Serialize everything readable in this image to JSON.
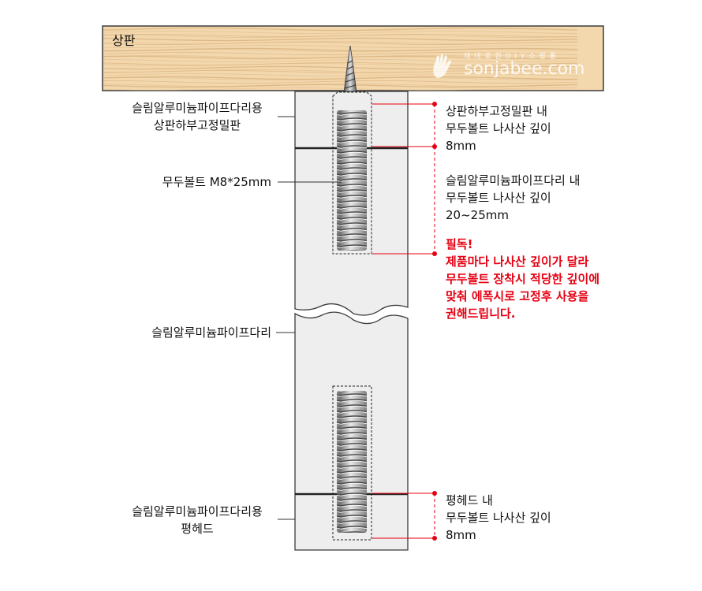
{
  "top_board": {
    "label": "상판"
  },
  "watermark": {
    "tagline": "제 대 로 된  D I Y 소 핑 몰",
    "site": "sonjabee.com"
  },
  "left_labels": {
    "top_bracket": [
      "슬림알루미늄파이프다리용",
      "상판하부고정밀판"
    ],
    "set_bolt": "무두볼트 M8*25mm",
    "pipe_leg": "슬림알루미늄파이프다리",
    "end_cap": [
      "슬림알루미늄파이프다리용",
      "평헤드"
    ]
  },
  "right_notes": {
    "bracket_depth": [
      "상판하부고정밀판 내",
      "무두볼트 나사산 깊이",
      "8mm"
    ],
    "leg_depth": [
      "슬림알루미늄파이프다리 내",
      "무두볼트 나사산 깊이",
      "20~25mm"
    ],
    "warning": [
      "필독!",
      "제품마다 나사산 깊이가 달라",
      "무두볼트 장착시 적당한 깊이에",
      "맞춰 에폭시로 고정후 사용을",
      "권해드립니다."
    ],
    "cap_depth": [
      "평헤드 내",
      "무두볼트 나사산 깊이",
      "8mm"
    ]
  },
  "colors": {
    "wood": "#f3d7ad",
    "grain": "#d9b47f",
    "metal": "#eeeeee",
    "outline": "#333333",
    "accent": "#e60012"
  }
}
